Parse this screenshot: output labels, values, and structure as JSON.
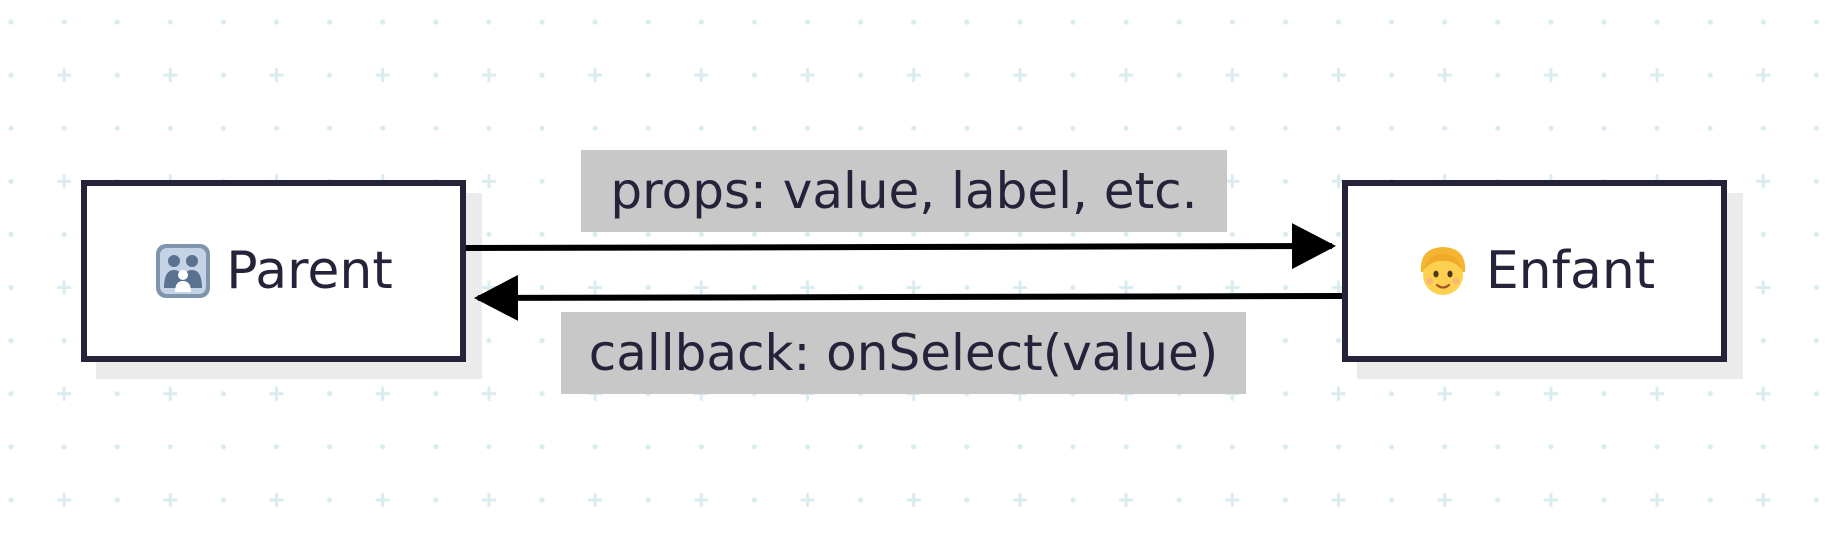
{
  "diagram": {
    "type": "flowchart",
    "nodes": [
      {
        "id": "parent",
        "label": "Parent",
        "icon": "family-emoji-icon"
      },
      {
        "id": "enfant",
        "label": "Enfant",
        "icon": "child-emoji-icon"
      }
    ],
    "edges": [
      {
        "from": "parent",
        "to": "enfant",
        "label": "props: value, label, etc."
      },
      {
        "from": "enfant",
        "to": "parent",
        "label": "callback: onSelect(value)"
      }
    ]
  },
  "colors": {
    "background": "#ffffff",
    "node_border": "#24233a",
    "node_shadow": "#ebebeb",
    "text": "#24233a",
    "edge": "#000000",
    "edge_label_bg": "#c8c8c8",
    "grid_marks": "#d9ecef"
  }
}
